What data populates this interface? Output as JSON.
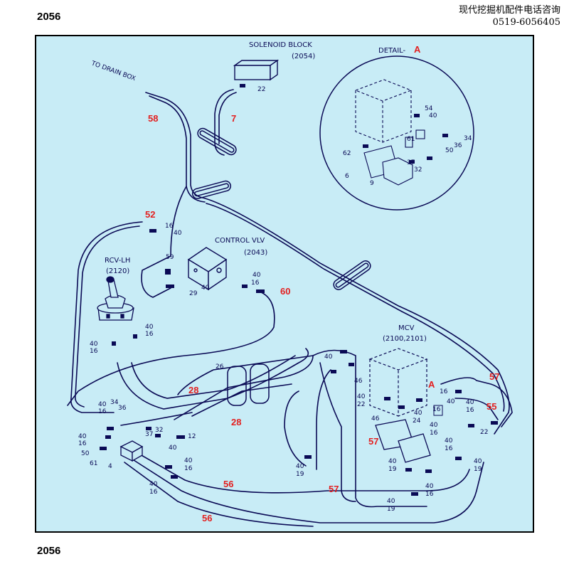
{
  "header": {
    "page_number_top": "2056",
    "page_number_bottom": "2056",
    "company_name": "现代挖掘机配件电话咨询",
    "company_phone": "0519-6056405"
  },
  "diagram": {
    "solenoid_block": {
      "title": "SOLENOID BLOCK",
      "code": "(2054)"
    },
    "control_valve": {
      "title": "CONTROL VLV",
      "code": "(2043)"
    },
    "rcv_lh": {
      "title": "RCV-LH",
      "code": "(2120)"
    },
    "mcv": {
      "title": "MCV",
      "code": "(2100,2101)"
    },
    "detail": {
      "title": "DETAIL-",
      "letter": "A"
    },
    "drain_box": "TO DRAIN BOX",
    "detail_marker": "A",
    "red_labels": {
      "l58": "58",
      "l7": "7",
      "l52": "52",
      "l60": "60",
      "l28a": "28",
      "l28b": "28",
      "l57a": "57",
      "l57b": "57",
      "l57c": "57",
      "l55": "55",
      "l56a": "56",
      "l56b": "56"
    },
    "part_labels": {
      "p22_top": "22",
      "p16_a": "16",
      "p40_a": "40",
      "p59": "59",
      "p40_b": "40",
      "p29": "29",
      "p40_c": "40",
      "p16_b": "16",
      "p40_d": "40",
      "p16_c": "16",
      "p40_e": "40",
      "p16_d": "16",
      "p26": "26",
      "p40_f": "40",
      "p46_a": "46",
      "p40_l1": "40",
      "p16_l1": "16",
      "p34_l": "34",
      "p36_l": "36",
      "p37_l": "37",
      "p32_l": "32",
      "p12_l": "12",
      "p40_l2": "40",
      "p40_l3": "40",
      "p16_l3": "16",
      "p50_l": "50",
      "p61_l": "61",
      "p4_l": "4",
      "p40_l4": "40",
      "p16_l4": "16",
      "p40_l5": "40",
      "p16_l5": "16",
      "p40_m1": "40",
      "p22_m1": "22",
      "p46_m2": "46",
      "p40_m3": "40",
      "p24_m": "24",
      "p40_r1": "40",
      "p16_r1": "16",
      "p16_r2": "16",
      "p40_r2": "40",
      "p16_r3": "16",
      "p22_r": "22",
      "p40_r3": "40",
      "p16_r4": "16",
      "p40_r4": "40",
      "p16_r5": "16",
      "p40_b1": "40",
      "p19_b1": "19",
      "p40_b2": "40",
      "p19_b2": "19",
      "p40_b3": "40",
      "p19_b3": "19",
      "p40_b4": "40",
      "p16_b4": "16",
      "p40_b5": "40",
      "p19_b5": "19",
      "d54": "54",
      "d40a": "40",
      "d61": "61",
      "d34": "34",
      "d36": "36",
      "d50": "50",
      "d62": "62",
      "d37": "37",
      "d32": "32",
      "d6": "6",
      "d9": "9"
    }
  }
}
